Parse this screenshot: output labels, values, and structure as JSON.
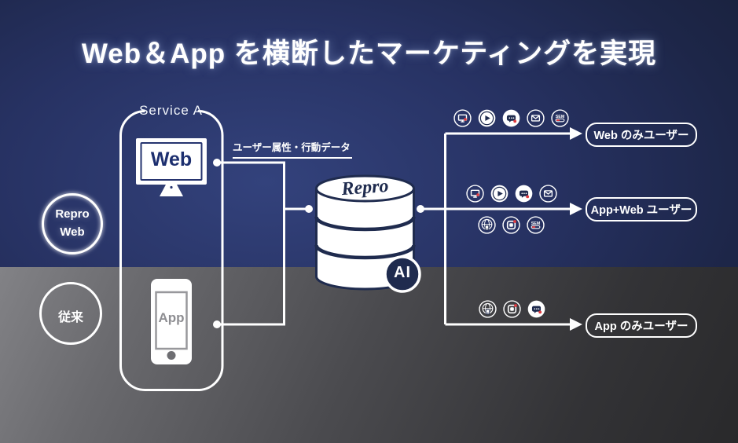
{
  "title": "Web＆App を横断したマーケティングを実現",
  "service_box": {
    "label": "Service A",
    "web_label": "Web",
    "app_label": "App"
  },
  "left_circles": {
    "repro_web": {
      "line1": "Repro",
      "line2": "Web"
    },
    "conventional": {
      "label": "従来"
    }
  },
  "data_flow": {
    "label": "ユーザー属性・行動データ"
  },
  "database": {
    "logo": "Repro",
    "badge": "AI"
  },
  "channels": {
    "sem_label": "SEM",
    "web_row": [
      "web-push",
      "video",
      "chat",
      "email",
      "sem"
    ],
    "app_web_row_top": [
      "web-push",
      "video",
      "chat",
      "email"
    ],
    "app_web_row_bottom": [
      "sms-globe",
      "app-push",
      "sem"
    ],
    "app_row": [
      "sms-globe",
      "app-push",
      "chat"
    ]
  },
  "user_segments": [
    {
      "label": "Web のみユーザー"
    },
    {
      "label": "App+Web ユーザー"
    },
    {
      "label": "App のみユーザー"
    }
  ],
  "colors": {
    "navy_accent": "#1f2b4e",
    "blue_glow": "#33427c",
    "gray_bottom": "#4b4b4f",
    "notification_red": "#e03a3f",
    "white": "#ffffff",
    "web_text_blue": "#1d2f6f"
  }
}
